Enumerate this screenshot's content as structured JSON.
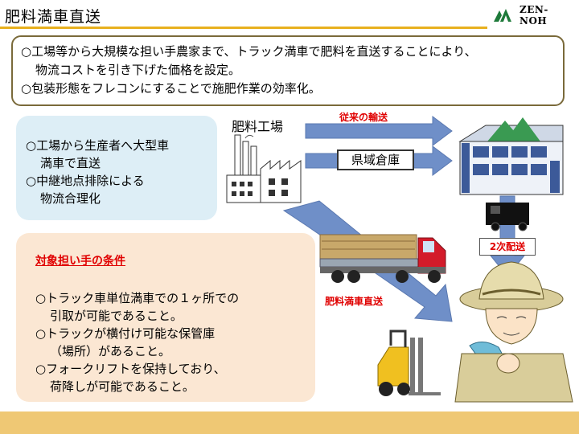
{
  "header": {
    "title": "肥料満車直送",
    "logo_text": "ZEN-NOH"
  },
  "summary": {
    "line1": "○工場等から大規模な担い手農家まで、トラック満車で肥料を直送することにより、",
    "line2": "物流コストを引き下げた価格を設定。",
    "line3": "○包装形態をフレコンにすることで施肥作業の効率化。"
  },
  "benefits": {
    "item1_line1": "○工場から生産者へ大型車",
    "item1_line2": "満車で直送",
    "item2_line1": "○中継地点排除による",
    "item2_line2": "物流合理化"
  },
  "conditions": {
    "title": "対象担い手の条件",
    "c1_line1": "○トラック車単位満車での１ヶ所での",
    "c1_line2": "引取が可能であること。",
    "c2_line1": "○トラックが横付け可能な保管庫",
    "c2_line2": "（場所）があること。",
    "c3_line1": "○フォークリフトを保持しており、",
    "c3_line2": "荷降しが可能であること。"
  },
  "diagram": {
    "factory_label": "肥料工場",
    "traditional_label": "従来の輸送",
    "warehouse_label": "県域倉庫",
    "secondary_label": "2次配送",
    "direct_label": "肥料満車直送"
  },
  "colors": {
    "accent": "#e8b01e",
    "footer": "#efc874",
    "arrow": "#6f8fc8",
    "alert_text": "#e00000"
  }
}
